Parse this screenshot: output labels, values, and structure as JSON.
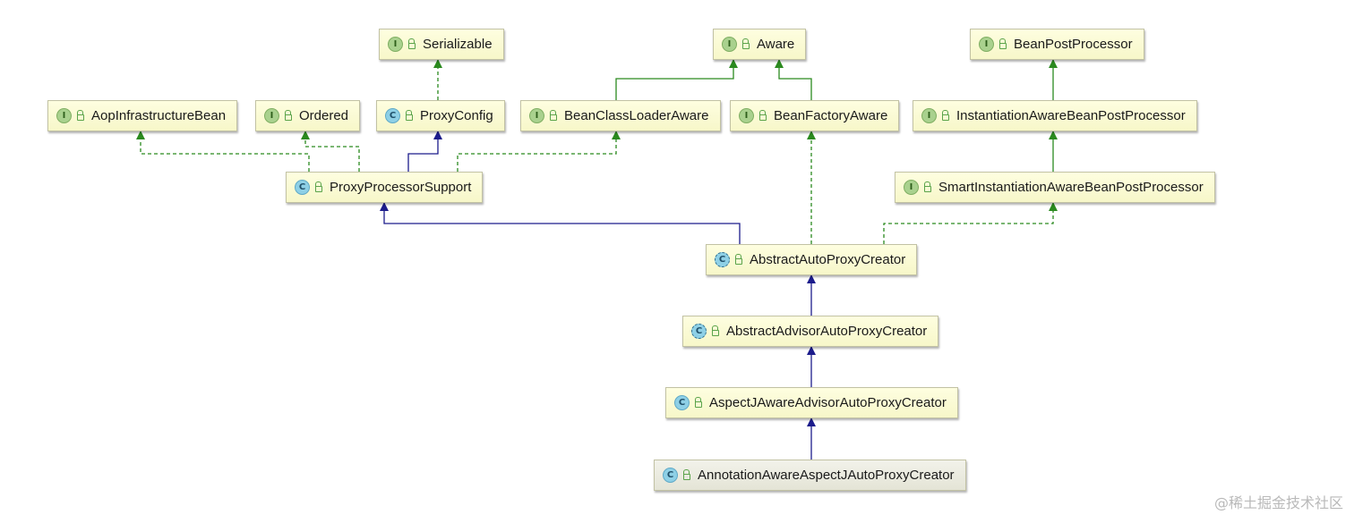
{
  "diagram": {
    "nodes": [
      {
        "key": "serializable",
        "label": "Serializable",
        "kind": "interface"
      },
      {
        "key": "aware",
        "label": "Aware",
        "kind": "interface"
      },
      {
        "key": "beanpostprocessor",
        "label": "BeanPostProcessor",
        "kind": "interface"
      },
      {
        "key": "aopinfrastructurebean",
        "label": "AopInfrastructureBean",
        "kind": "interface"
      },
      {
        "key": "ordered",
        "label": "Ordered",
        "kind": "interface"
      },
      {
        "key": "proxyconfig",
        "label": "ProxyConfig",
        "kind": "class"
      },
      {
        "key": "beanclassloaderaware",
        "label": "BeanClassLoaderAware",
        "kind": "interface"
      },
      {
        "key": "beanfactoryaware",
        "label": "BeanFactoryAware",
        "kind": "interface"
      },
      {
        "key": "instantiationawarebeanpostprocessor",
        "label": "InstantiationAwareBeanPostProcessor",
        "kind": "interface"
      },
      {
        "key": "proxyprocessorsupport",
        "label": "ProxyProcessorSupport",
        "kind": "class"
      },
      {
        "key": "smartinstantiationawarebeanpostprocessor",
        "label": "SmartInstantiationAwareBeanPostProcessor",
        "kind": "interface"
      },
      {
        "key": "abstractautoproxycreator",
        "label": "AbstractAutoProxyCreator",
        "kind": "abstract"
      },
      {
        "key": "abstractadvisorautoproxycreator",
        "label": "AbstractAdvisorAutoProxyCreator",
        "kind": "abstract"
      },
      {
        "key": "aspectjawareadvisorautoproxycreator",
        "label": "AspectJAwareAdvisorAutoProxyCreator",
        "kind": "class"
      },
      {
        "key": "annotationawareaspectjautoproxycreator",
        "label": "AnnotationAwareAspectJAutoProxyCreator",
        "kind": "class",
        "selected": true
      }
    ],
    "kind_icons": {
      "interface": "I",
      "class": "C",
      "abstract": "C"
    },
    "colors": {
      "implements": "#2b8a1f",
      "extends": "#1c1c8c",
      "node_fill": "#fbfbd5",
      "node_border": "#c2c2a4"
    }
  },
  "watermark": "@稀土掘金技术社区"
}
